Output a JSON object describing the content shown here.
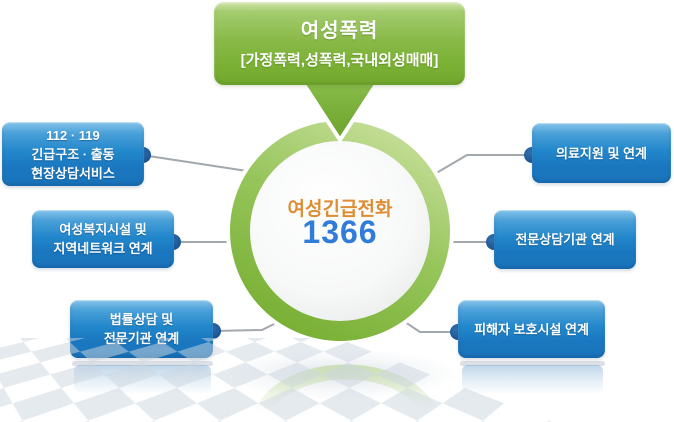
{
  "title_box": {
    "title": "여성폭력",
    "subtitle": "[가정폭력,성폭력,국내외성매매]"
  },
  "hotline": {
    "label": "여성긴급전화",
    "number": "1366"
  },
  "left_boxes": [
    {
      "lines": [
        "112 · 119",
        "긴급구조 · 출동",
        "현장상담서비스"
      ]
    },
    {
      "lines": [
        "여성복지시설 및",
        "지역네트워크 연계"
      ]
    },
    {
      "lines": [
        "법률상담 및",
        "전문기관 연계"
      ]
    }
  ],
  "right_boxes": [
    {
      "lines": [
        "의료지원 및 연계"
      ]
    },
    {
      "lines": [
        "전문상담기관 연계"
      ]
    },
    {
      "lines": [
        "피해자 보호시설 연계"
      ]
    }
  ],
  "colors": {
    "ring_green": "#7fb43a",
    "box_green": "#8aba49",
    "box_blue": "#1d7cc2",
    "dot_navy": "#1f5c9c",
    "line_gray": "#a3a8ad",
    "label_orange": "#dd8d33",
    "number_blue": "#2f7cd9"
  }
}
